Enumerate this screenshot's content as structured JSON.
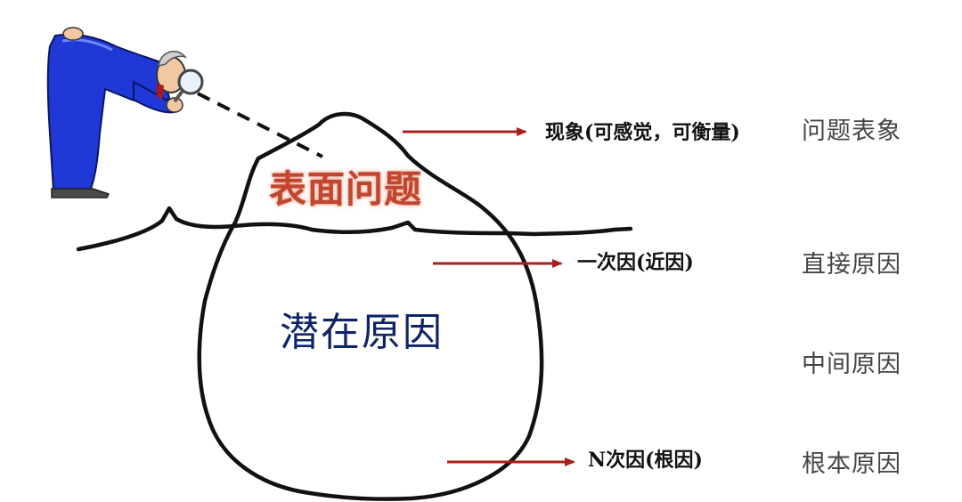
{
  "colors": {
    "arrow": "#a8201c",
    "outline": "#111111",
    "surface_text": "#c1462f",
    "hidden_text": "#0f2468",
    "side_text": "#444444",
    "suit": "#1f38d6",
    "shirt_tie": "#b01818"
  },
  "icons": {
    "observer": "man-with-magnifying-glass-icon"
  },
  "iceberg": {
    "surface_label": "表面问题",
    "hidden_label": "潜在原因"
  },
  "levels": [
    {
      "arrow_text": "现象(可感觉，可衡量)",
      "side_text": "问题表象"
    },
    {
      "arrow_text": "一次因(近因)",
      "side_text": "直接原因"
    },
    {
      "arrow_text": "",
      "side_text": "中间原因"
    },
    {
      "arrow_text": "N次因(根因)",
      "side_text": "根本原因"
    }
  ]
}
